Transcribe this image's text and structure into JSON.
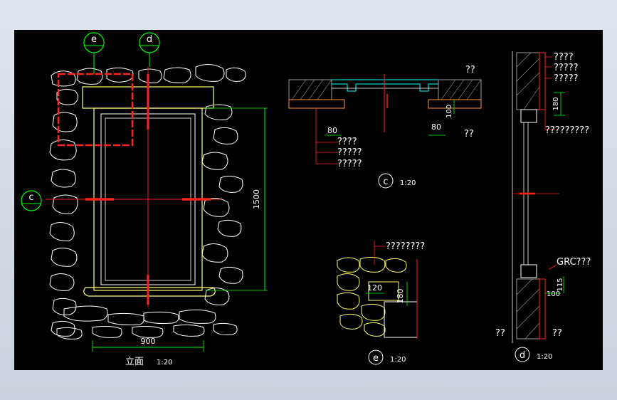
{
  "drawing": {
    "elevation": {
      "title": "立面",
      "scale": "1:20",
      "dim_width": "900",
      "dim_height": "1500",
      "markers": {
        "e": "e",
        "d": "d",
        "c": "c"
      }
    },
    "section_c": {
      "id": "c",
      "scale": "1:20",
      "labels": [
        "????",
        "?????",
        "?????"
      ],
      "note_top": "??",
      "note_bottom": "??",
      "dims": [
        "80",
        "80",
        "100"
      ]
    },
    "section_e": {
      "id": "e",
      "scale": "1:20",
      "label": "????????",
      "dims": [
        "120",
        "180"
      ]
    },
    "section_d": {
      "id": "d",
      "scale": "1:20",
      "labels_top": [
        "????",
        "?????",
        "?????"
      ],
      "label_mid": "?????????",
      "label_grc": "GRC???",
      "note_left": "??",
      "note_right": "??",
      "dims": [
        "180",
        "100",
        "115"
      ]
    }
  },
  "colors": {
    "background": "#000000",
    "frame": "#d4dbe6",
    "white": "#ffffff",
    "yellow": "#ffff66",
    "red": "#ff2020",
    "green": "#00ff00",
    "cyan": "#00ffff",
    "hatch": "#9a9a9a"
  }
}
